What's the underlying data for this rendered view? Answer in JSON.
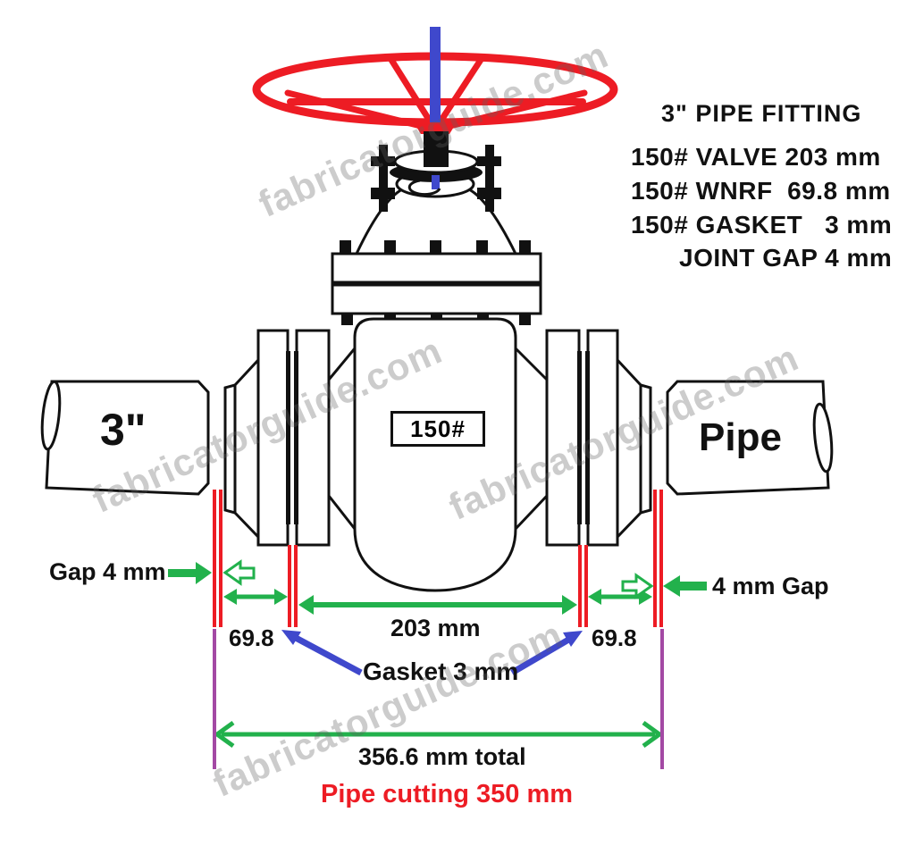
{
  "spec_panel": {
    "title": "3\" PIPE FITTING",
    "valve_line": "150# VALVE 203 mm",
    "wnrf_line": "150# WNRF  69.8 mm",
    "gasket_line": "150# GASKET   3 mm",
    "joint_gap_line": "JOINT GAP 4 mm"
  },
  "diagram": {
    "left_pipe_label": "3\"",
    "right_pipe_label": "Pipe",
    "valve_class_label": "150#",
    "gap_left_label": "Gap 4 mm",
    "gap_right_label": "4 mm Gap",
    "flange_width_left": "69.8",
    "flange_width_right": "69.8",
    "valve_face_to_face": "203 mm",
    "gasket_label": "Gasket 3 mm",
    "total_label": "356.6 mm total",
    "pipe_cutting_label": "Pipe cutting 350 mm"
  },
  "watermark": {
    "text": "fabricatorguide.com"
  },
  "colors": {
    "outline": "#111111",
    "handwheel_red": "#ED1C24",
    "stem_blue": "#3F48CC",
    "dimension_green": "#22B14C",
    "extension_purple": "#A349A4",
    "gasket_line_red": "#ED1C24",
    "cutting_text_red": "#ED1C24"
  }
}
